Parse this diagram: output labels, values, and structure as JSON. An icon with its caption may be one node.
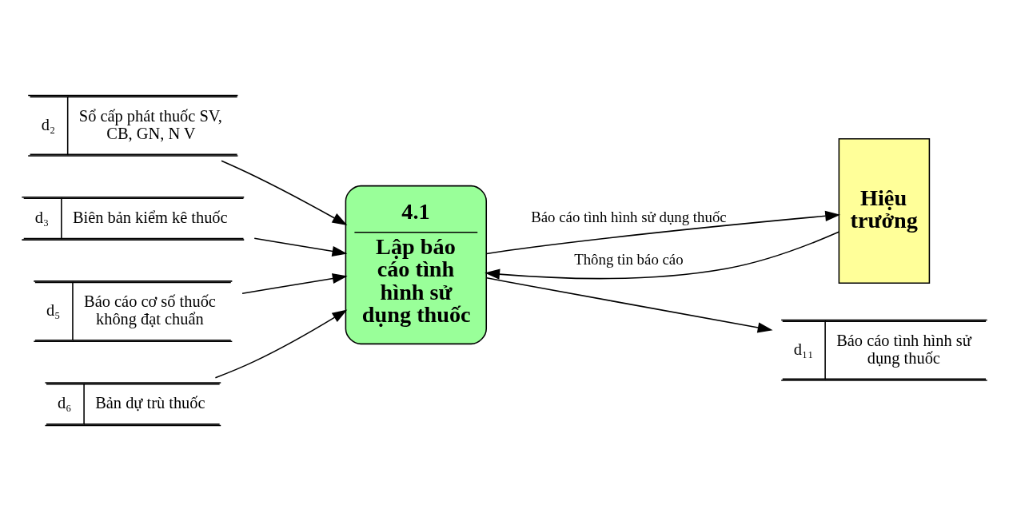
{
  "diagram": {
    "nodes": [
      {
        "text": [
          "4.1",
          "Lập báo cáo tình hình sử dụng thuốc"
        ]
      },
      {
        "text": [
          "Hiệu trưởng"
        ]
      },
      {
        "text": [
          "d₂",
          "Sổ cấp phát thuốc SV, CB, GN, N V"
        ]
      },
      {
        "text": [
          "d₃",
          "Biên bản kiểm kê thuốc"
        ]
      },
      {
        "text": [
          "d₅",
          "Báo cáo cơ số thuốc không đạt chuẩn"
        ]
      },
      {
        "text": [
          "d₆",
          "Bản dự trù thuốc"
        ]
      },
      {
        "text": [
          "d₁₁",
          "Báo cáo tình hình sử dụng thuốc"
        ]
      }
    ],
    "edges": [
      {
        "from": 2,
        "to": 0,
        "arrow": "to"
      },
      {
        "from": 3,
        "to": 0,
        "arrow": "to"
      },
      {
        "from": 4,
        "to": 0,
        "arrow": "to"
      },
      {
        "from": 5,
        "to": 0,
        "arrow": "to"
      },
      {
        "from": 0,
        "to": 1,
        "arrow": "to",
        "label": "Báo cáo tình hình sử dụng thuốc"
      },
      {
        "from": 1,
        "to": 0,
        "arrow": "to",
        "label": "Thông tin báo cáo"
      },
      {
        "from": 0,
        "to": 6,
        "arrow": "to"
      }
    ]
  }
}
